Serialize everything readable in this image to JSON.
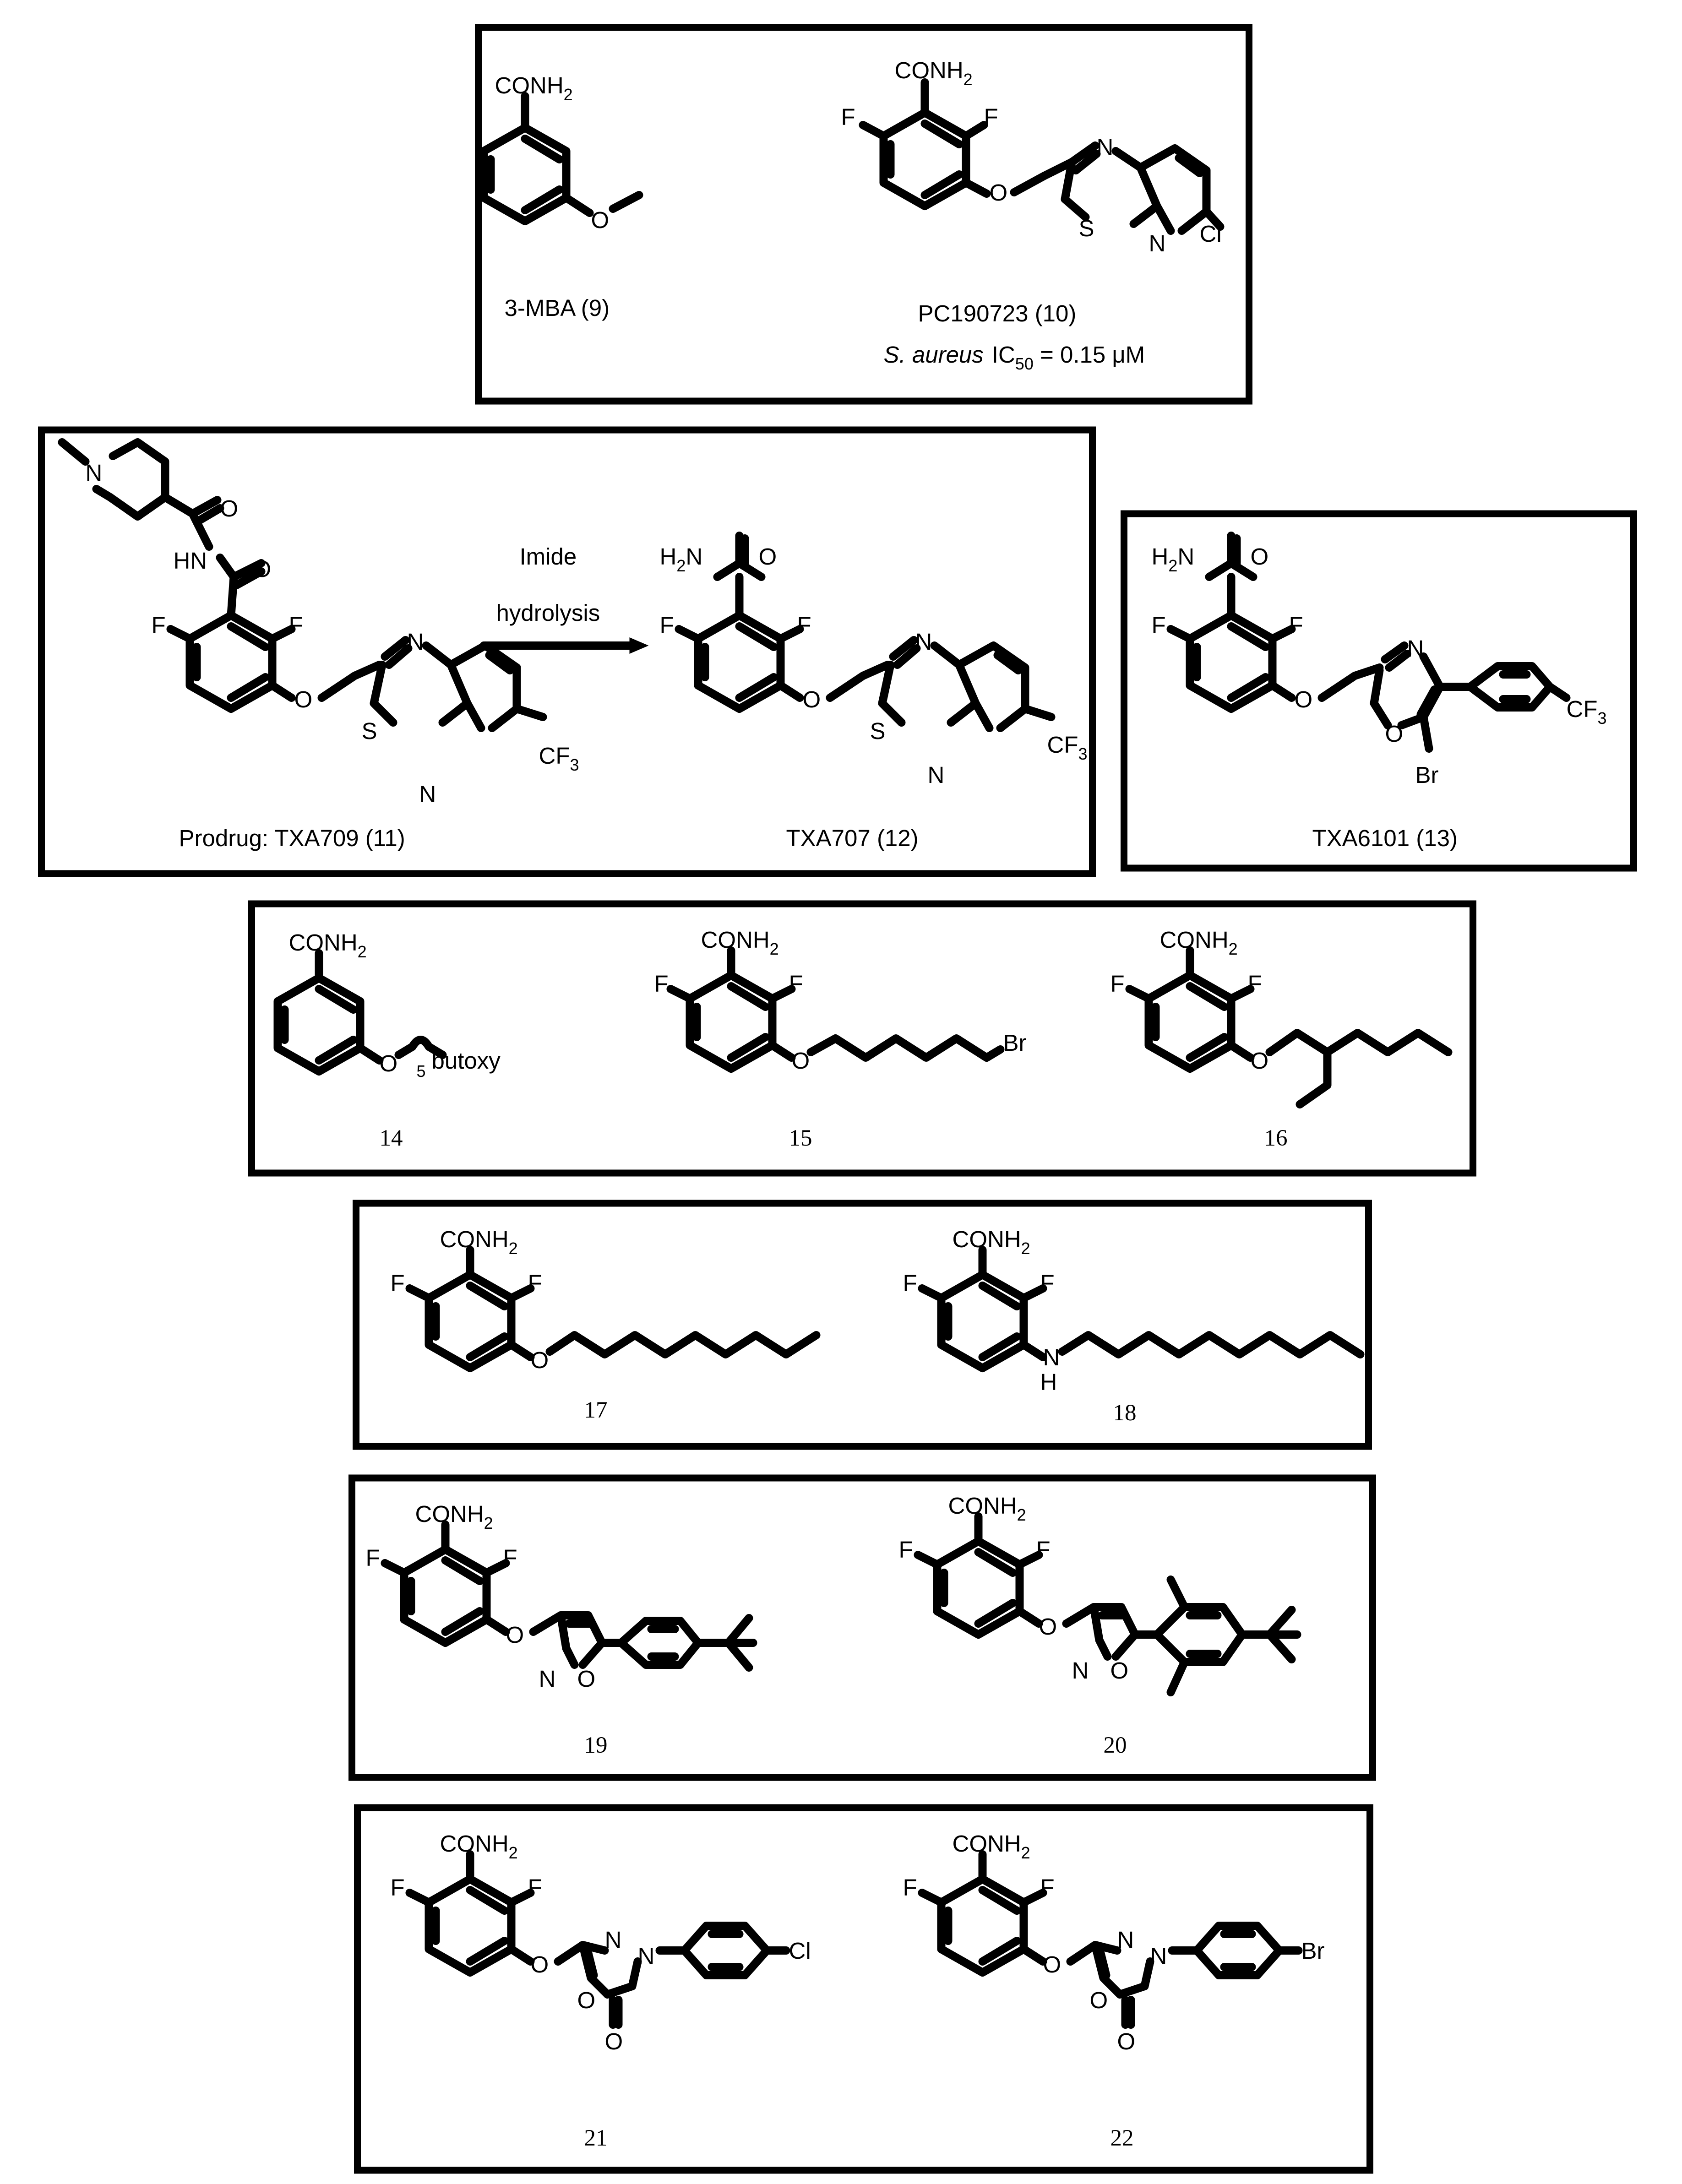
{
  "panels": [
    {
      "name": "benzamide-leads",
      "compounds": [
        {
          "label": "3-MBA (9)"
        },
        {
          "label": "PC190723 (10)",
          "activity": {
            "organism": "S. aureus",
            "metric": "IC",
            "subscript": "50",
            "value": " = 0.15 μM"
          }
        }
      ]
    },
    {
      "name": "prodrug-conversion",
      "arrow_top": "Imide",
      "arrow_bottom": "hydrolysis",
      "compounds": [
        {
          "label": "Prodrug: TXA709 (11)"
        },
        {
          "label": "TXA707 (12)"
        }
      ]
    },
    {
      "name": "oxazole-analog",
      "compounds": [
        {
          "label": "TXA6101 (13)"
        }
      ]
    },
    {
      "name": "alkoxy-analogs",
      "compounds": [
        {
          "label": "14",
          "chain_text": "butoxy",
          "chain_repeat": "5"
        },
        {
          "label": "15"
        },
        {
          "label": "16"
        }
      ]
    },
    {
      "name": "nonyl-analogs",
      "compounds": [
        {
          "label": "17"
        },
        {
          "label": "18"
        }
      ]
    },
    {
      "name": "isoxazole-analogs",
      "compounds": [
        {
          "label": "19"
        },
        {
          "label": "20"
        }
      ]
    },
    {
      "name": "oxadiazolone-analogs",
      "compounds": [
        {
          "label": "21"
        },
        {
          "label": "22"
        }
      ]
    }
  ],
  "atoms": {
    "amide": "CONH",
    "amide_sub": "2",
    "amine_h2n": "H",
    "amine_h2n_sub": "2",
    "amine_n": "N",
    "fluorine": "F",
    "oxygen": "O",
    "nitrogen": "N",
    "sulfur": "S",
    "chlorine": "Cl",
    "bromine": "Br",
    "trifluoromethyl": "CF",
    "trifluoromethyl_sub": "3",
    "imide_nh": "HN",
    "amine_nh": "N",
    "amine_h": "H"
  }
}
